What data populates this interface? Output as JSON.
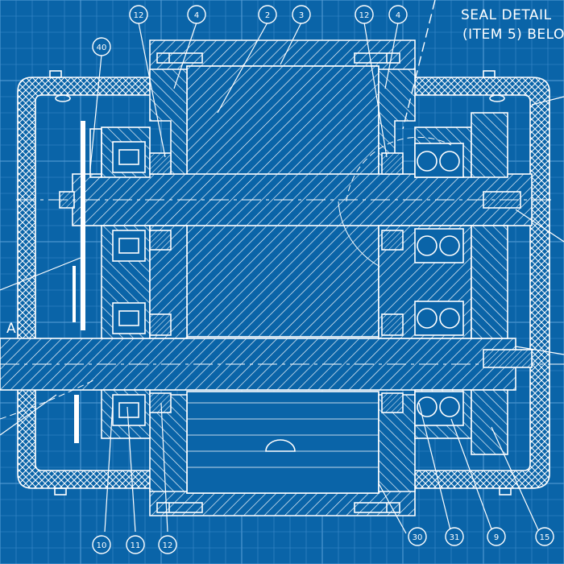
{
  "colors": {
    "background": "#0a64a8",
    "grid_minor": "#3f8ccc",
    "grid_major": "#5aa0d8",
    "line": "#ffffff"
  },
  "note": {
    "line1": "SEAL DETAIL",
    "line2": "(ITEM 5) BELO"
  },
  "callouts": {
    "top_12_left": "12",
    "top_4_left": "4",
    "top_2": "2",
    "top_3": "3",
    "top_12_right": "12",
    "top_4_right": "4",
    "left_40": "40",
    "bottom_10": "10",
    "bottom_11": "11",
    "bottom_12": "12",
    "bottom_30": "30",
    "bottom_31": "31",
    "bottom_9": "9",
    "bottom_15": "15"
  },
  "labels": {
    "section_mark": "A"
  }
}
